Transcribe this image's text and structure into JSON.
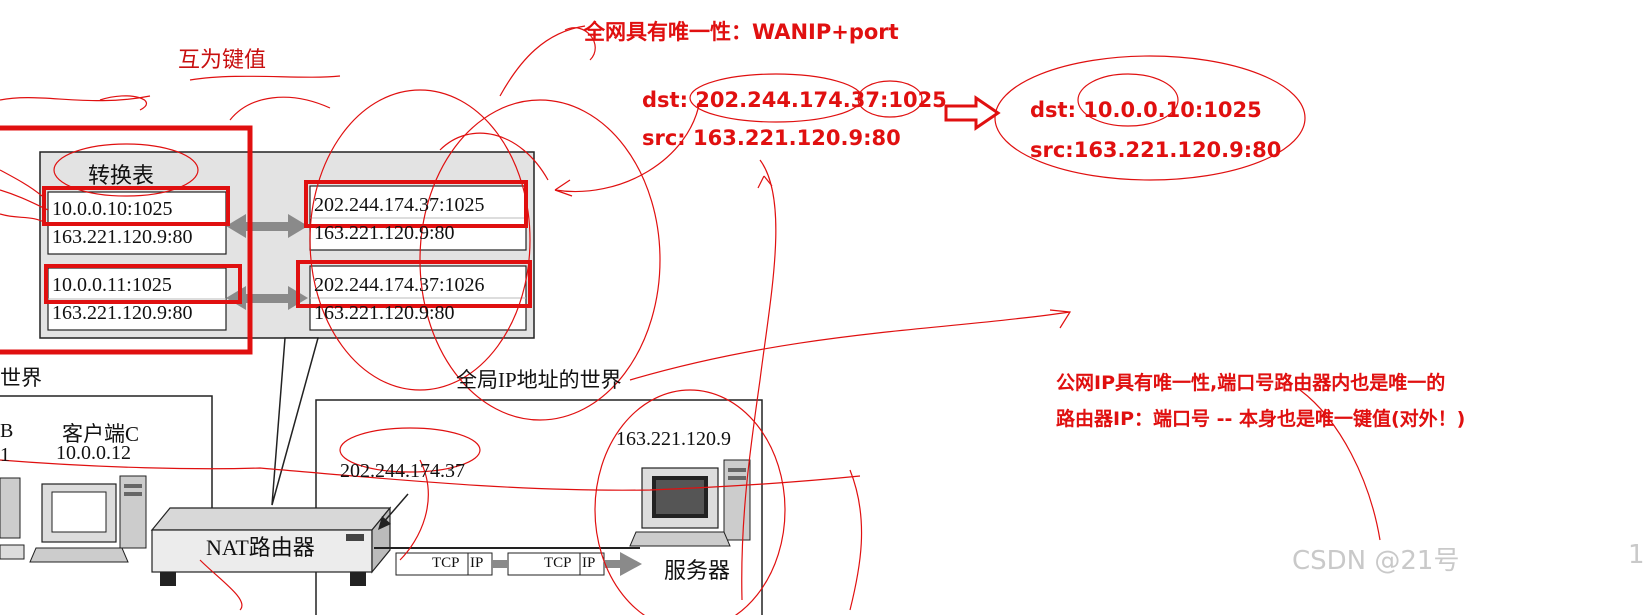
{
  "annotations": {
    "mutual_key": "互为键值",
    "global_unique": "全网具有唯一性：WANIP+port",
    "packet_before": {
      "dst": "dst: 202.244.174.37:1025",
      "src": "src: 163.221.120.9:80"
    },
    "packet_after": {
      "dst": "dst: 10.0.0.10:1025",
      "src": "src:163.221.120.9:80"
    },
    "public_ip_note_1": "公网IP具有唯一性,端口号路由器内也是唯一的",
    "public_ip_note_2": "路由器IP：端口号 -- 本身也是唯一键值(对外！)"
  },
  "table": {
    "title": "转换表",
    "rows": [
      {
        "private": "10.0.0.10:1025",
        "private_peer": "163.221.120.9:80",
        "public": "202.244.174.37:1025",
        "public_peer": "163.221.120.9:80"
      },
      {
        "private": "10.0.0.11:1025",
        "private_peer": "163.221.120.9:80",
        "public": "202.244.174.37:1026",
        "public_peer": "163.221.120.9:80"
      }
    ]
  },
  "world": {
    "private_label": "世界",
    "global_label": "全局IP地址的世界",
    "host_b_letter": "B",
    "host_b_digit": "1",
    "client_c_name": "客户端C",
    "client_c_ip": "10.0.0.12",
    "router_ip": "202.244.174.37",
    "server_ip": "163.221.120.9",
    "router_name": "NAT路由器",
    "server_name": "服务器",
    "packet_labels": [
      "TCP",
      "IP",
      "TCP",
      "IP"
    ]
  },
  "watermark": "CSDN @21号",
  "page_number": "1",
  "colors": {
    "annotation": "#e01010",
    "arrow_gray": "#8a8a8a",
    "panel": "#e3e3e3"
  }
}
